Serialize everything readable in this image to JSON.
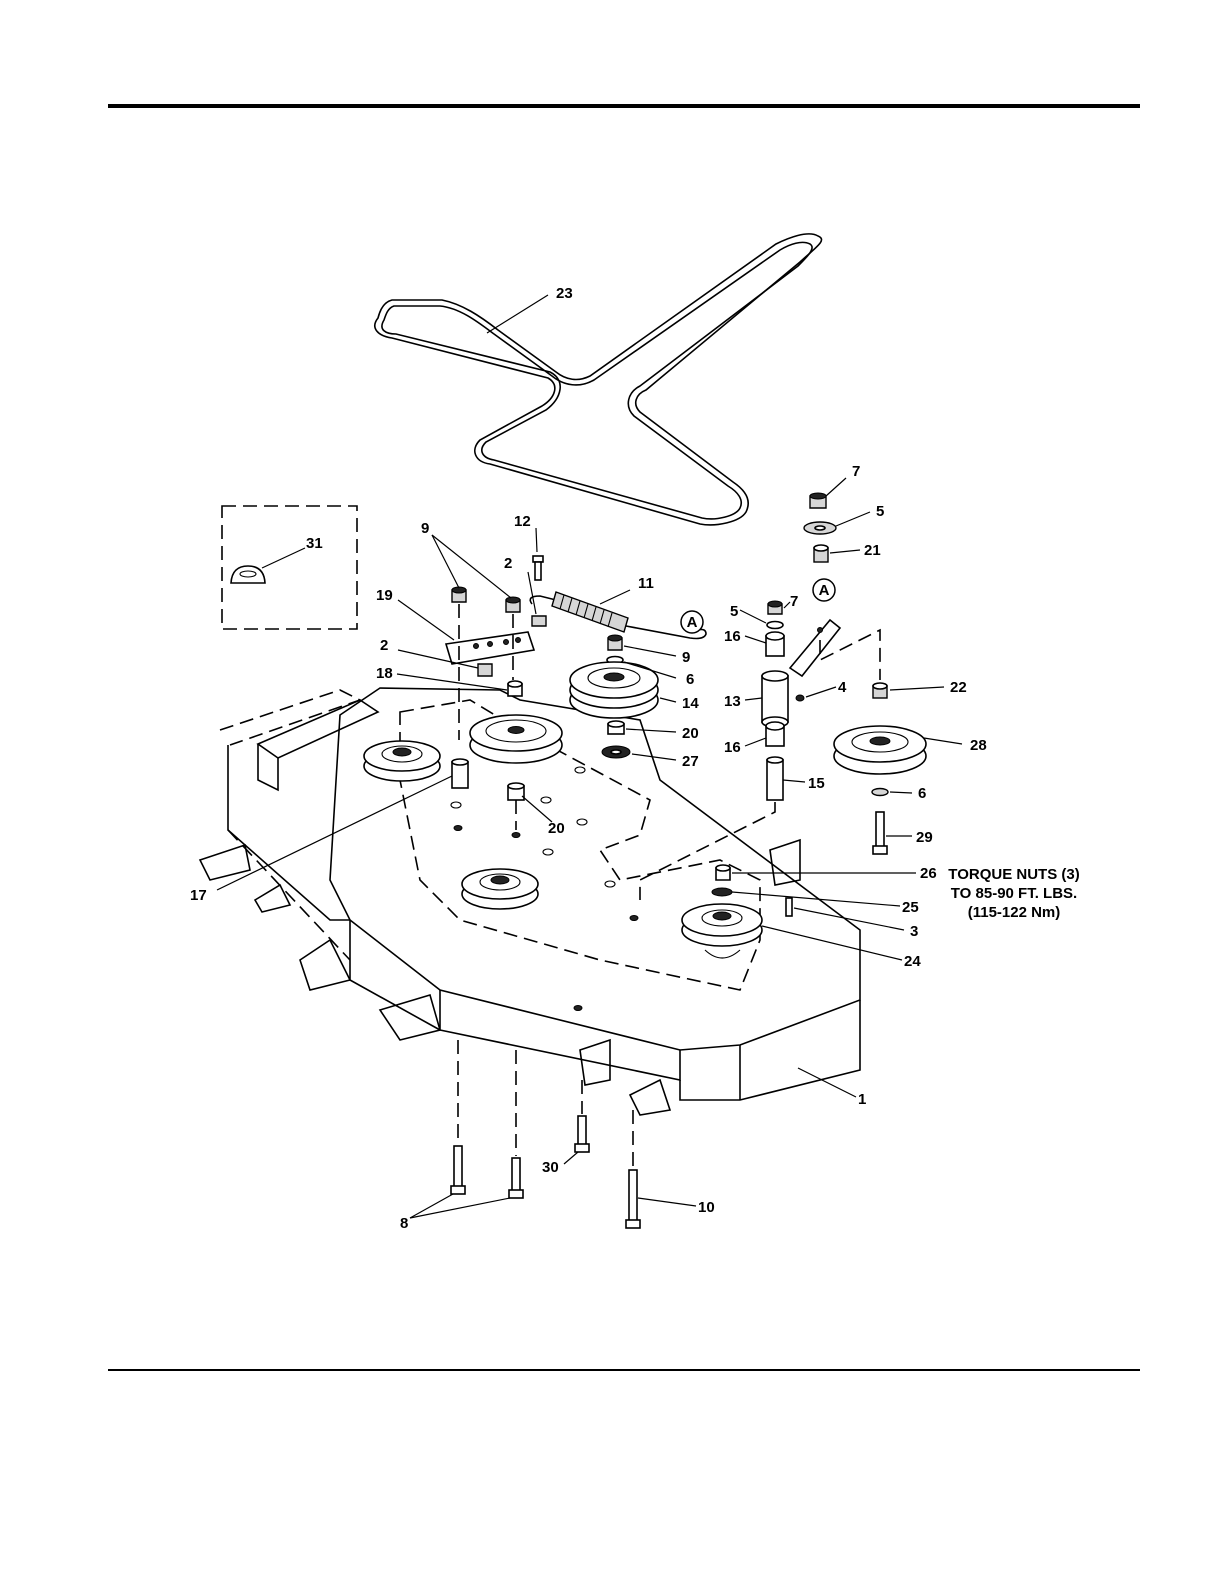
{
  "callouts": {
    "c1": "1",
    "c2a": "2",
    "c2b": "2",
    "c3": "3",
    "c4": "4",
    "c5a": "5",
    "c5b": "5",
    "c6a": "6",
    "c6b": "6",
    "c7a": "7",
    "c7b": "7",
    "c8": "8",
    "c9a": "9",
    "c9b": "9",
    "c10": "10",
    "c11": "11",
    "c12": "12",
    "c13": "13",
    "c14": "14",
    "c15": "15",
    "c16a": "16",
    "c16b": "16",
    "c17": "17",
    "c18": "18",
    "c19": "19",
    "c20a": "20",
    "c20b": "20",
    "c21": "21",
    "c22": "22",
    "c23": "23",
    "c24": "24",
    "c25": "25",
    "c26": "26",
    "c27": "27",
    "c28": "28",
    "c29": "29",
    "c30": "30",
    "c31": "31"
  },
  "reference_marks": {
    "ref_a1": "A",
    "ref_a2": "A"
  },
  "torque_note": {
    "line1": "TORQUE NUTS (3)",
    "line2": "TO 85-90 FT. LBS.",
    "line3": "(115-122 Nm)"
  }
}
